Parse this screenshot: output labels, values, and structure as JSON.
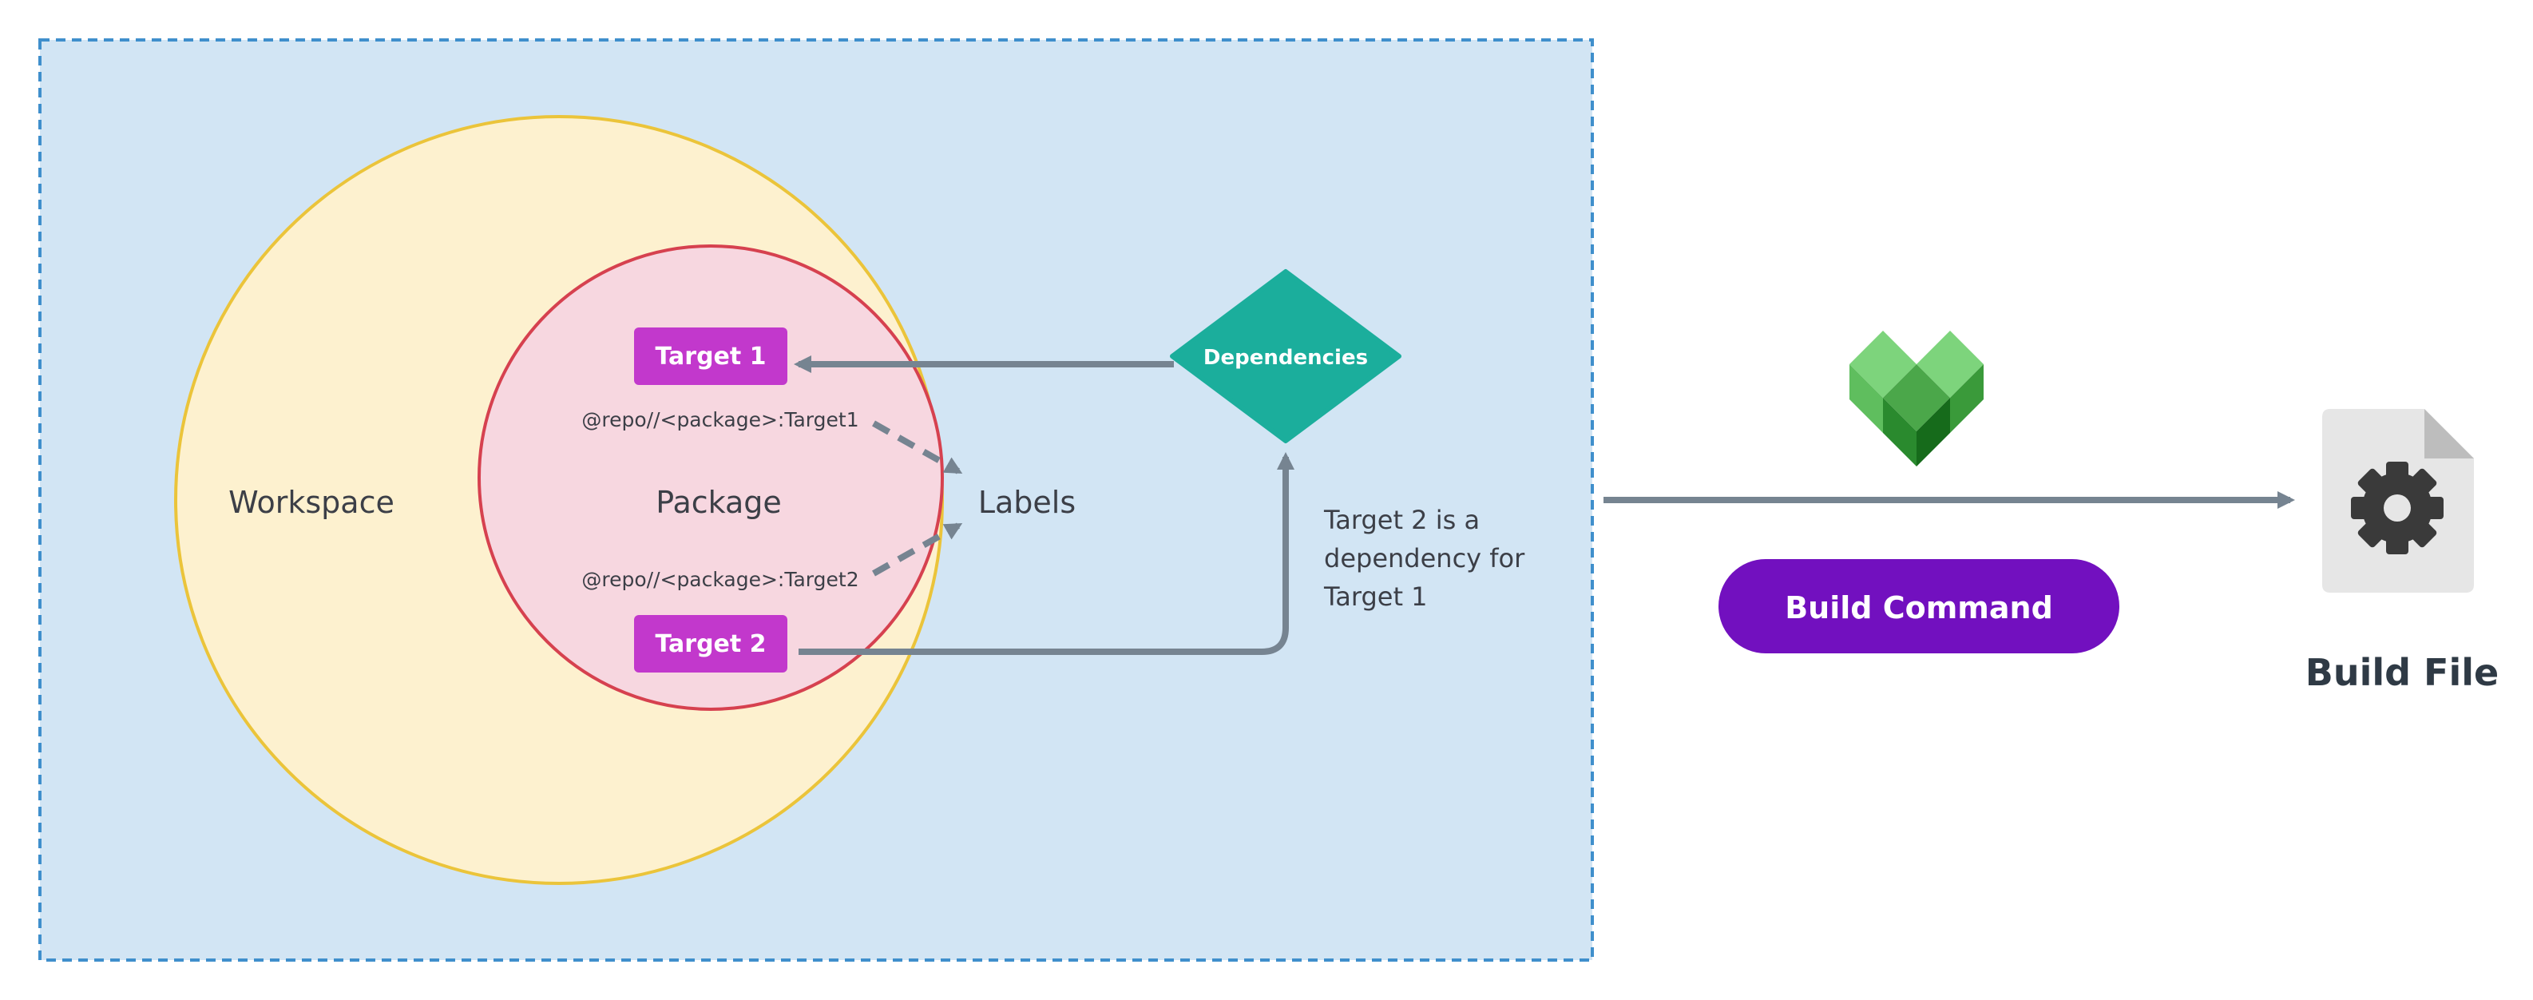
{
  "diagram": {
    "workspace_label": "Workspace",
    "package_label": "Package",
    "labels_label": "Labels",
    "target1": "Target 1",
    "target2": "Target 2",
    "target1_label": "@repo//<package>:Target1",
    "target2_label": "@repo//<package>:Target2",
    "dependencies": "Dependencies",
    "note_lines": [
      "Target 2 is a",
      "dependency for",
      "Target 1"
    ],
    "build_command": "Build Command",
    "build_file": "Build File"
  },
  "colors": {
    "bg_panel": "#d2e5f4",
    "panel_border": "#3f8fcc",
    "workspace_fill": "#fdf1cf",
    "workspace_stroke": "#ebc43a",
    "package_fill": "#f7d7e0",
    "package_stroke": "#d6414f",
    "target_fill": "#c238cc",
    "dependencies_fill": "#1bae9c",
    "arrow": "#768491",
    "build_command_fill": "#7210bf",
    "file_icon": "#e6e6e6",
    "gear": "#3a3a3a",
    "logo_light": "#7dd47c",
    "logo_mid": "#4ba74a",
    "logo_dark": "#166b1b"
  },
  "icons": [
    "bazel-logo-icon",
    "gear-icon",
    "build-file-icon"
  ]
}
